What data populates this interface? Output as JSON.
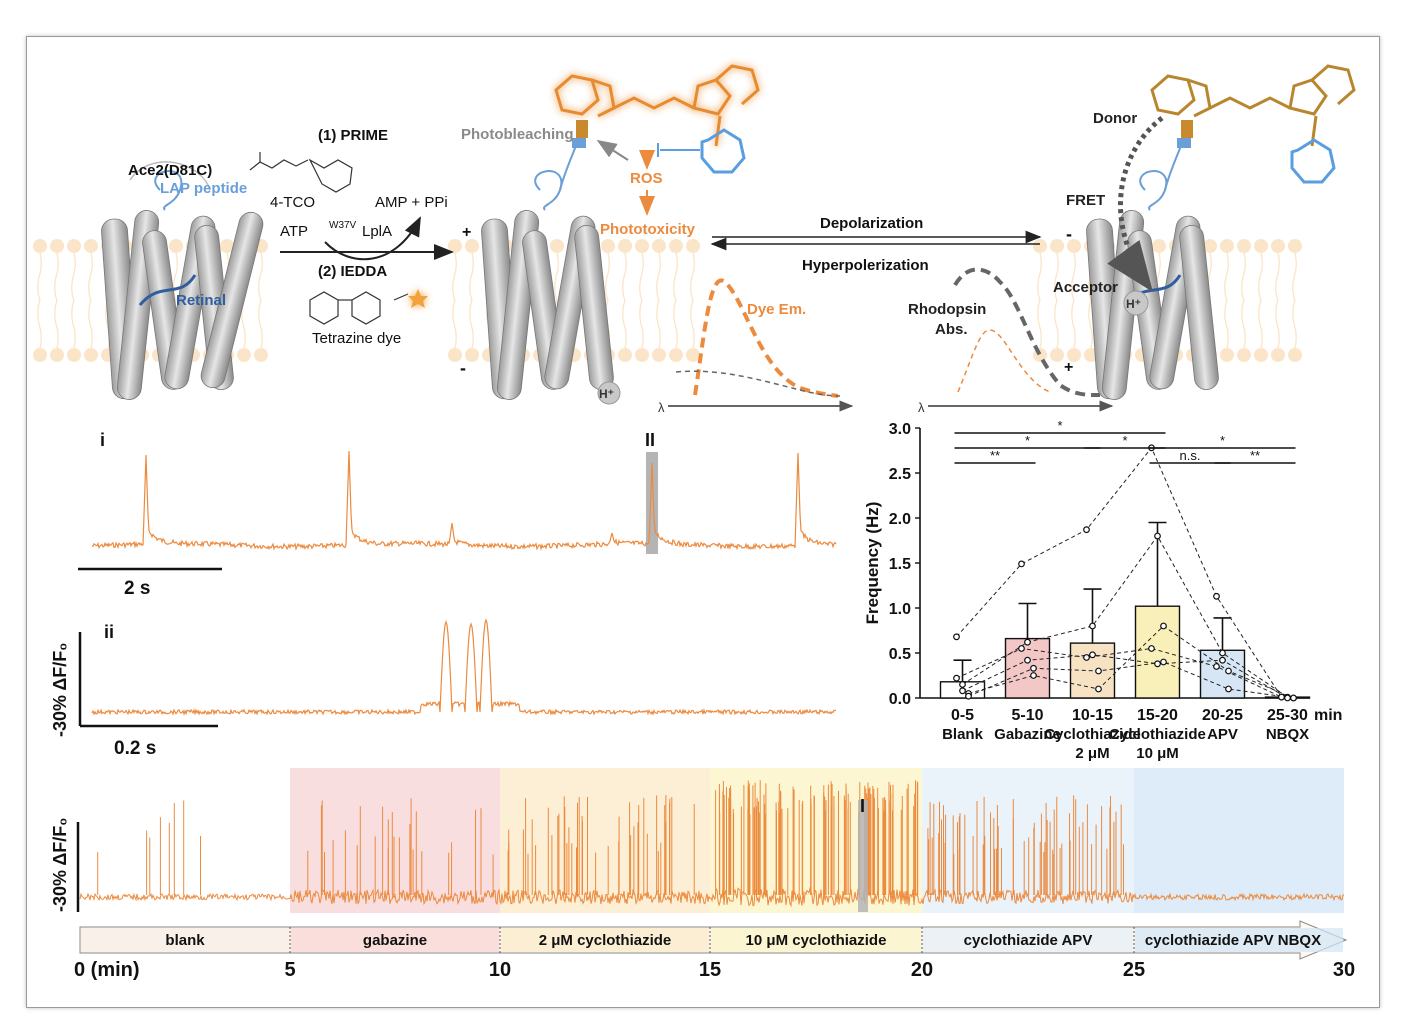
{
  "schematic": {
    "ace2_label": "Ace2(D81C)",
    "lap_label": "LAP peptide",
    "retinal_label": "Retinal",
    "step1": "(1) PRIME",
    "tco_label": "4-TCO",
    "amp_label": "AMP + PPi",
    "atp_label": "ATP",
    "lpla_sup": "W37V",
    "lpla": "LplA",
    "step2": "(2) IEDDA",
    "tetrazine_label": "Tetrazine dye",
    "photobleaching": "Photobleaching",
    "ros": "ROS",
    "phototoxicity": "Phototoxicity",
    "depolarization": "Depolarization",
    "hyperpolarization": "Hyperpolerization",
    "dye_em": "Dye Em.",
    "rhodopsin_abs_1": "Rhodopsin",
    "rhodopsin_abs_2": "Abs.",
    "donor": "Donor",
    "fret": "FRET",
    "acceptor": "Acceptor",
    "proton": "H⁺",
    "lambda": "λ",
    "plus": "+",
    "minus": "-"
  },
  "traces": {
    "i_label": "i",
    "ii_label": "ii",
    "ii_marker": "II",
    "i_marker": "I",
    "scale_2s": "2 s",
    "scale_02s": "0.2 s",
    "df_label": "-30% ΔF/F₀"
  },
  "timeline": {
    "segments": [
      "blank",
      "gabazine",
      "2 μM cyclothiazide",
      "10 μM cyclothiazide",
      "cyclothiazide APV",
      "cyclothiazide APV NBQX"
    ],
    "ticks": [
      "0 (min)",
      "5",
      "10",
      "15",
      "20",
      "25",
      "30"
    ],
    "colors": [
      "#f7ece8",
      "#f6d3d3",
      "#fbeac7",
      "#fbf3c4",
      "#e3eef8",
      "#d2e6f6"
    ]
  },
  "chart_data": {
    "type": "bar",
    "ylabel": "Frequency (Hz)",
    "xunit": "min",
    "ylim": [
      0,
      3.0
    ],
    "yticks": [
      "0.0",
      "0.5",
      "1.0",
      "1.5",
      "2.0",
      "2.5",
      "3.0"
    ],
    "categories": [
      "0-5",
      "5-10",
      "10-15",
      "15-20",
      "20-25",
      "25-30"
    ],
    "sublabels": [
      [
        "Blank"
      ],
      [
        "Gabazine"
      ],
      [
        "Cyclothiazide",
        "2 μM"
      ],
      [
        "Cyclothiazide",
        "10 μM"
      ],
      [
        "APV"
      ],
      [
        "NBQX"
      ]
    ],
    "values": [
      0.18,
      0.66,
      0.61,
      1.02,
      0.53,
      0.01
    ],
    "errors": [
      0.24,
      0.39,
      0.6,
      0.93,
      0.36,
      0.0
    ],
    "colors": [
      "#ffffff",
      "#f4c7c7",
      "#f7e3c3",
      "#f8efb9",
      "#d6e6f5",
      "#ffffff"
    ],
    "points": [
      [
        0.68,
        0.15,
        0.05,
        0.22,
        0.08,
        0.02
      ],
      [
        1.49,
        0.62,
        0.25,
        0.55,
        0.42,
        0.33
      ],
      [
        1.87,
        0.8,
        0.1,
        0.45,
        0.48,
        0.3
      ],
      [
        2.78,
        1.8,
        0.8,
        0.55,
        0.38,
        0.4
      ],
      [
        1.13,
        0.5,
        0.3,
        0.35,
        0.42,
        0.1
      ],
      [
        0.01,
        0.01,
        0.0,
        0.01,
        0.0,
        0.0
      ]
    ],
    "significance": [
      {
        "from": 0,
        "to": 3,
        "label": "*"
      },
      {
        "from": 0,
        "to": 2,
        "label": "*"
      },
      {
        "from": 2,
        "to": 3,
        "label": "*"
      },
      {
        "from": 3,
        "to": 5,
        "label": "*"
      },
      {
        "from": 0,
        "to": 1,
        "label": "**"
      },
      {
        "from": 3,
        "to": 4,
        "label": "n.s."
      },
      {
        "from": 4,
        "to": 5,
        "label": "**"
      }
    ]
  }
}
